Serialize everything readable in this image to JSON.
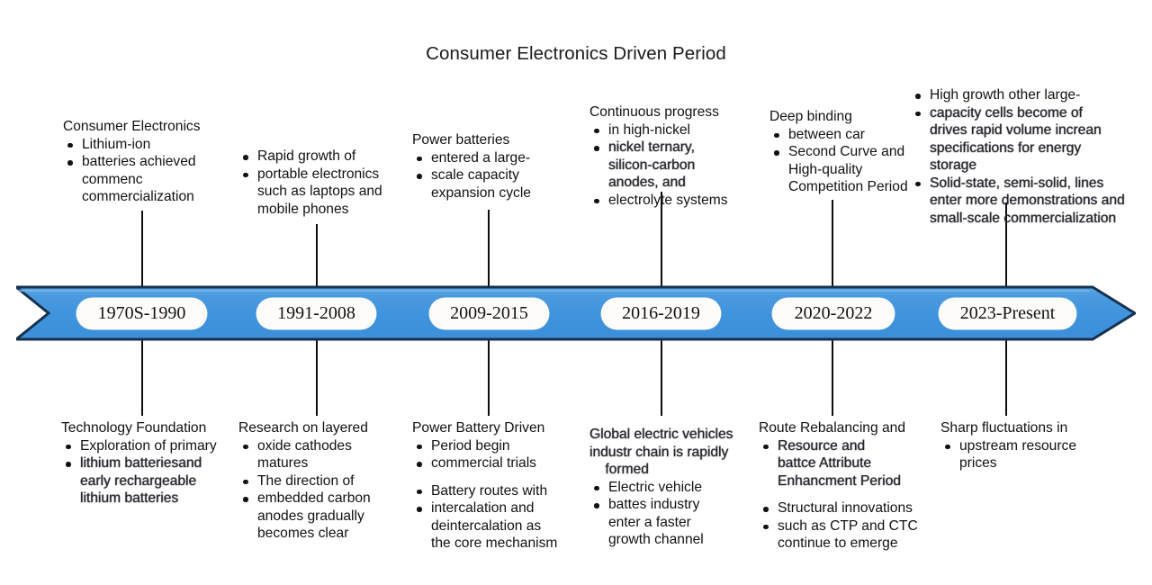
{
  "title": "Consumer Electronics Driven Period",
  "timeline": {
    "band_color": "#3f94dd",
    "band_edge_color": "#1b3a5c",
    "band_highlight_color": "#68aee6",
    "pill_color": "#fdfcfa",
    "connector_color": "#0d0d0d",
    "periods": [
      {
        "label": "1970S-1990"
      },
      {
        "label": "1991-2008"
      },
      {
        "label": "2009-2015"
      },
      {
        "label": "2016-2019"
      },
      {
        "label": "2020-2022"
      },
      {
        "label": "2023-Present"
      }
    ]
  },
  "notes_above": [
    {
      "heading": "Consumer Electronics",
      "items": [
        {
          "text": "Lithium-ion",
          "bulleted": true,
          "fuzzy": false
        },
        {
          "text": "batteries achieved\ncommenc\ncommercialization",
          "bulleted": true,
          "fuzzy": false
        }
      ]
    },
    {
      "heading": "",
      "items": [
        {
          "text": "Rapid growth of",
          "bulleted": true,
          "fuzzy": false
        },
        {
          "text": "portable electronics\nsuch as laptops and\nmobile phones",
          "bulleted": true,
          "fuzzy": false
        }
      ]
    },
    {
      "heading": "Power batteries",
      "items": [
        {
          "text": "entered a large-",
          "bulleted": true,
          "fuzzy": false
        },
        {
          "text": "scale capacity\nexpansion cycle",
          "bulleted": true,
          "fuzzy": false
        }
      ]
    },
    {
      "heading": "Continuous progress",
      "items": [
        {
          "text": "in high-nickel",
          "bulleted": true,
          "fuzzy": false
        },
        {
          "text": "nickel ternary,\nsilicon-carbon\nanodes, and",
          "bulleted": true,
          "fuzzy": true
        },
        {
          "text": "electrolyte systems",
          "bulleted": true,
          "fuzzy": false
        }
      ]
    },
    {
      "heading": "Deep binding",
      "items": [
        {
          "text": "between car",
          "bulleted": true,
          "fuzzy": false
        },
        {
          "text": "Second Curve and\nHigh-quality\nCompetition Period",
          "bulleted": true,
          "fuzzy": false
        }
      ]
    },
    {
      "heading": "",
      "items": [
        {
          "text": "High growth other large-",
          "bulleted": true,
          "fuzzy": false
        },
        {
          "text": "capacity cells become of\ndrives rapid volume increan\nspecifications for energy\nstorage",
          "bulleted": true,
          "fuzzy": true
        },
        {
          "text": "Solid-state, semi-solid, lines\nenter more demonstrations and\nsmall-scale commercialization",
          "bulleted": true,
          "fuzzy": true
        }
      ]
    }
  ],
  "notes_below": [
    {
      "heading": "Technology Foundation",
      "items": [
        {
          "text": "Exploration of primary",
          "bulleted": true,
          "fuzzy": false
        },
        {
          "text": "lithium batteriesand\nearly rechargeable\nlithium batteries",
          "bulleted": true,
          "fuzzy": true
        }
      ]
    },
    {
      "heading": "Research on layered",
      "items": [
        {
          "text": "oxide cathodes\nmatures",
          "bulleted": true,
          "fuzzy": false
        },
        {
          "text": "The direction of",
          "bulleted": true,
          "fuzzy": false
        },
        {
          "text": "embedded carbon\nanodes gradually\nbecomes clear",
          "bulleted": true,
          "fuzzy": false
        }
      ]
    },
    {
      "heading": "Power Battery Driven",
      "items": [
        {
          "text": "Period begin",
          "bulleted": true,
          "fuzzy": false
        },
        {
          "text": "commercial trials",
          "bulleted": true,
          "fuzzy": false
        },
        {
          "text": "",
          "bulleted": false,
          "fuzzy": false,
          "spacer": true
        },
        {
          "text": "Battery routes with",
          "bulleted": true,
          "fuzzy": false
        },
        {
          "text": "intercalation and\ndeintercalation as\nthe core mechanism",
          "bulleted": true,
          "fuzzy": false
        }
      ]
    },
    {
      "heading": "Global electric vehicles\nindustr chain is rapidly\n    formed",
      "heading_fuzzy": true,
      "items": [
        {
          "text": "Electric vehicle",
          "bulleted": true,
          "fuzzy": false
        },
        {
          "text": "battes industry\nenter a faster\ngrowth channel",
          "bulleted": true,
          "fuzzy": false
        }
      ]
    },
    {
      "heading": "Route Rebalancing and",
      "items": [
        {
          "text": "Resource and\nbattce Attribute\nEnhancment Period",
          "bulleted": true,
          "fuzzy": true
        },
        {
          "text": "",
          "bulleted": false,
          "fuzzy": false,
          "spacer": true
        },
        {
          "text": "Structural innovations",
          "bulleted": true,
          "fuzzy": false
        },
        {
          "text": "such as CTP and CTC\ncontinue to emerge",
          "bulleted": true,
          "fuzzy": false
        }
      ]
    },
    {
      "heading": "Sharp fluctuations in",
      "items": [
        {
          "text": "upstream resource\nprices",
          "bulleted": true,
          "fuzzy": false
        }
      ]
    }
  ]
}
